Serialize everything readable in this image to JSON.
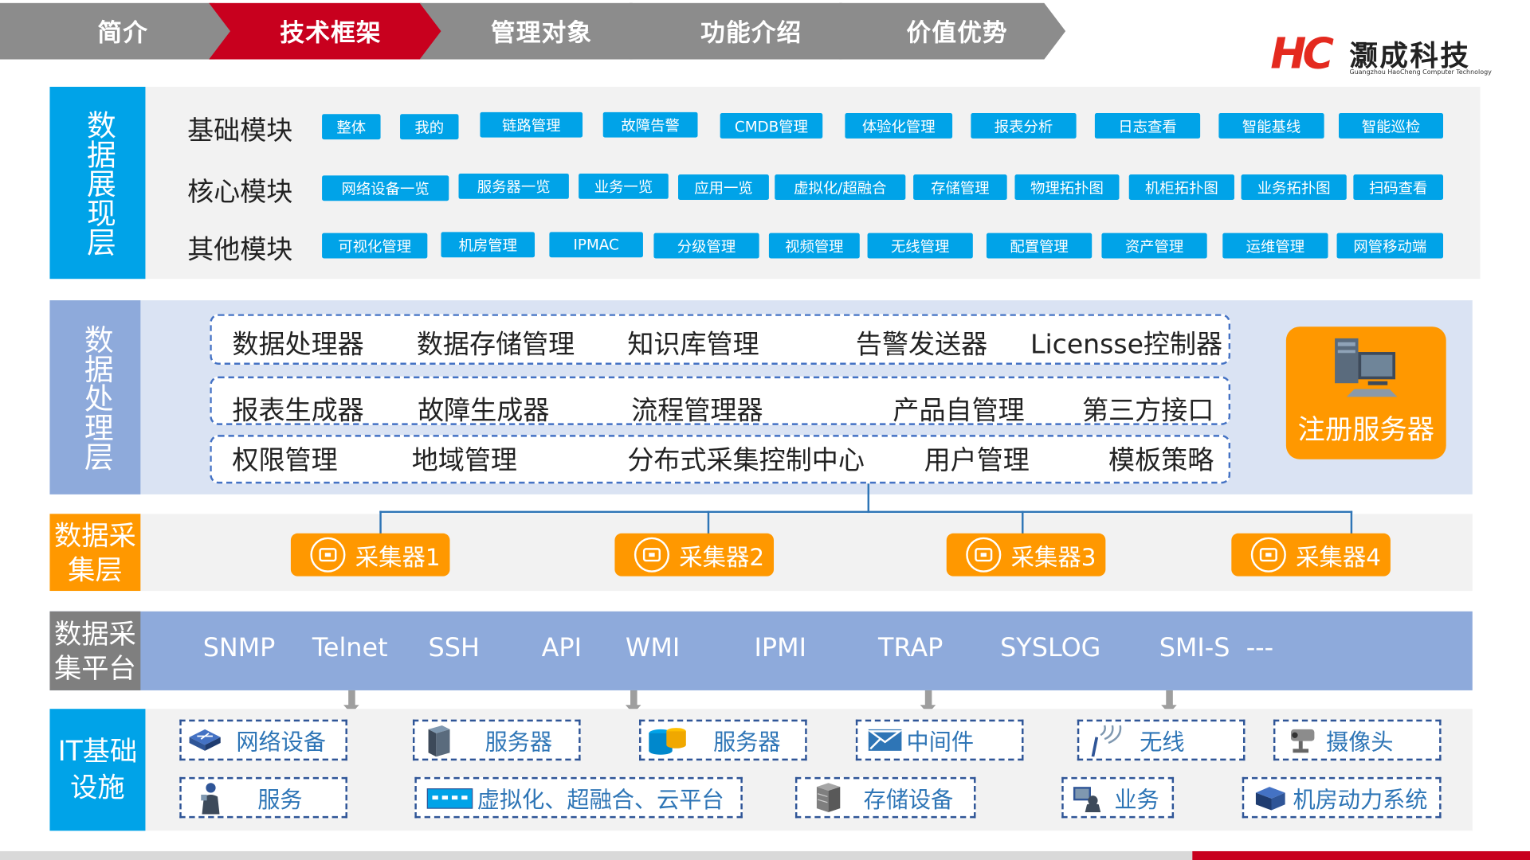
{
  "nav": {
    "tabs": [
      {
        "label": "简介",
        "color": "#8c8c8c"
      },
      {
        "label": "技术框架",
        "color": "#c8001e"
      },
      {
        "label": "管理对象",
        "color": "#8c8c8c"
      },
      {
        "label": "功能介绍",
        "color": "#8c8c8c"
      },
      {
        "label": "价值优势",
        "color": "#8c8c8c"
      }
    ]
  },
  "logo": {
    "mark": "HC",
    "name": "灏成科技",
    "subtitle": "Guangzhou HaoCheng Computer Technology"
  },
  "display_layer": {
    "label": "数据展现层",
    "rows": [
      {
        "title": "基础模块",
        "tags": [
          "整体",
          "我的",
          "链路管理",
          "故障告警",
          "CMDB管理",
          "体验化管理",
          "报表分析",
          "日志查看",
          "智能基线",
          "智能巡检"
        ]
      },
      {
        "title": "核心模块",
        "tags": [
          "网络设备一览",
          "服务器一览",
          "业务一览",
          "应用一览",
          "虚拟化/超融合",
          "存储管理",
          "物理拓扑图",
          "机柜拓扑图",
          "业务拓扑图",
          "扫码查看"
        ]
      },
      {
        "title": "其他模块",
        "tags": [
          "可视化管理",
          "机房管理",
          "IPMAC",
          "分级管理",
          "视频管理",
          "无线管理",
          "配置管理",
          "资产管理",
          "运维管理",
          "网管移动端"
        ]
      }
    ]
  },
  "processing_layer": {
    "label": "数据处理层",
    "rows": [
      [
        "数据处理器",
        "数据存储管理",
        "知识库管理",
        "告警发送器",
        "Licensse控制器"
      ],
      [
        "报表生成器",
        "故障生成器",
        "流程管理器",
        "产品自管理",
        "第三方接口"
      ],
      [
        "权限管理",
        "地域管理",
        "分布式采集控制中心",
        "用户管理",
        "模板策略"
      ]
    ],
    "register_server": "注册服务器"
  },
  "collection_layer": {
    "label": "数据采集层",
    "collectors": [
      "采集器1",
      "采集器2",
      "采集器3",
      "采集器4"
    ]
  },
  "platform_layer": {
    "label": "数据采集平台",
    "protocols": [
      "SNMP",
      "Telnet",
      "SSH",
      "API",
      "WMI",
      "IPMI",
      "TRAP",
      "SYSLOG",
      "SMI-S  ---"
    ]
  },
  "infra_layer": {
    "label": "IT基础设施",
    "items": [
      {
        "label": "网络设备",
        "icon": "switch-icon"
      },
      {
        "label": "服务器",
        "icon": "server-tower-icon"
      },
      {
        "label": "服务器",
        "icon": "database-icon"
      },
      {
        "label": "中间件",
        "icon": "mail-envelope-icon"
      },
      {
        "label": "无线",
        "icon": "wireless-icon"
      },
      {
        "label": "摄像头",
        "icon": "camera-icon"
      },
      {
        "label": "服务",
        "icon": "service-person-icon"
      },
      {
        "label": "虚拟化、超融合、云平台",
        "icon": "virtualization-icon"
      },
      {
        "label": "存储设备",
        "icon": "storage-icon"
      },
      {
        "label": "业务",
        "icon": "business-icon"
      },
      {
        "label": "机房动力系统",
        "icon": "datacenter-power-icon"
      }
    ]
  },
  "colors": {
    "accent_red": "#c8001e",
    "cyan": "#00a3e8",
    "orange": "#ff9800",
    "platform_blue": "#8eaadb"
  }
}
